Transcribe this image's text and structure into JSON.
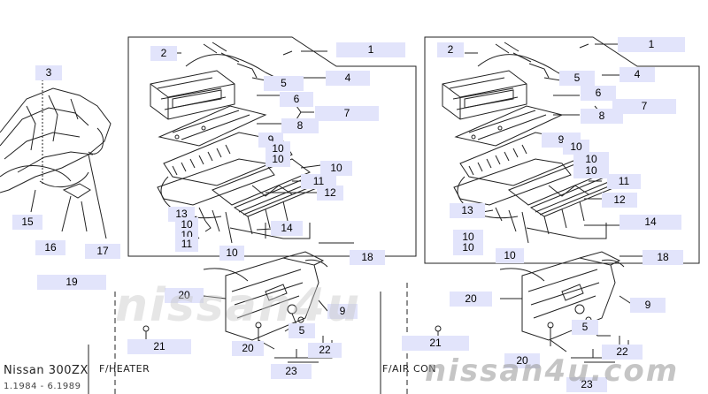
{
  "diagram": {
    "model": "Nissan 300ZX",
    "years": "1.1984 - 6.1989",
    "left_panel_caption": "F/HEATER",
    "right_panel_caption": "F/AIR CON",
    "watermark_left": "nissan4u",
    "watermark_right": "nissan4u.com",
    "callouts": {
      "l1": "1",
      "l2": "2",
      "l3": "3",
      "l4": "4",
      "l5": "5",
      "l6": "6",
      "l7": "7",
      "l8": "8",
      "l9": "9",
      "l10a": "10",
      "l10b": "10",
      "l10c": "10",
      "l11": "11",
      "l12": "12",
      "l13": "13",
      "l10d": "10",
      "l10e": "10",
      "l11b": "11",
      "l10f": "10",
      "l14": "14",
      "l15": "15",
      "l16": "16",
      "l17": "17",
      "l18": "18",
      "l19": "19",
      "l20": "20",
      "l9b": "9",
      "l5b": "5",
      "l21": "21",
      "l20b": "20",
      "l22": "22",
      "l23": "23",
      "r1": "1",
      "r2": "2",
      "r5": "5",
      "r4": "4",
      "r6": "6",
      "r7": "7",
      "r8": "8",
      "r9": "9",
      "r10a": "10",
      "r10b": "10",
      "r10c": "10",
      "r11": "11",
      "r12": "12",
      "r13": "13",
      "r10d": "10",
      "r10e": "10",
      "r10f": "10",
      "r14": "14",
      "r18": "18",
      "r20": "20",
      "r9b": "9",
      "r5b": "5",
      "r21": "21",
      "r20b": "20",
      "r22": "22",
      "r23": "23"
    }
  }
}
